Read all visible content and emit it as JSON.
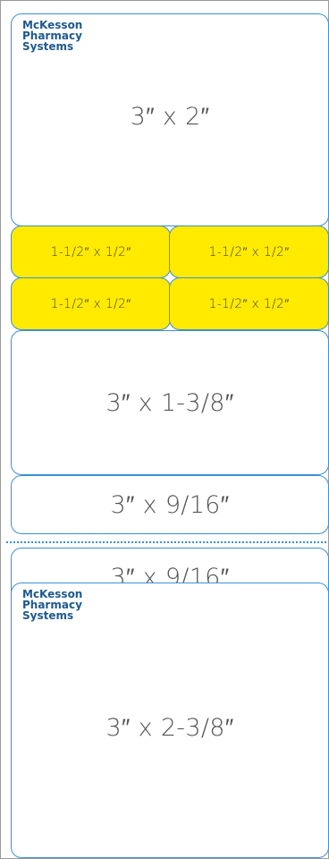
{
  "labels": {
    "top": {
      "brand": [
        "McKesson",
        "Pharmacy",
        "Systems"
      ],
      "size": "3″ x 2″"
    },
    "small": [
      "1-1/2″ x 1/2″",
      "1-1/2″ x 1/2″",
      "1-1/2″ x 1/2″",
      "1-1/2″ x 1/2″"
    ],
    "medium": {
      "size": "3″ x 1-3/8″"
    },
    "strip1": {
      "size": "3″ x 9/16″"
    },
    "strip2": {
      "size": "3″ x 9/16″"
    },
    "bottom": {
      "brand": [
        "McKesson",
        "Pharmacy",
        "Systems"
      ],
      "size": "3″ x 2-3/8″"
    }
  },
  "colors": {
    "border": "#3d8fd6",
    "yellow": "#ffea00",
    "brand": "#1d5a8e",
    "text": "#555555"
  }
}
